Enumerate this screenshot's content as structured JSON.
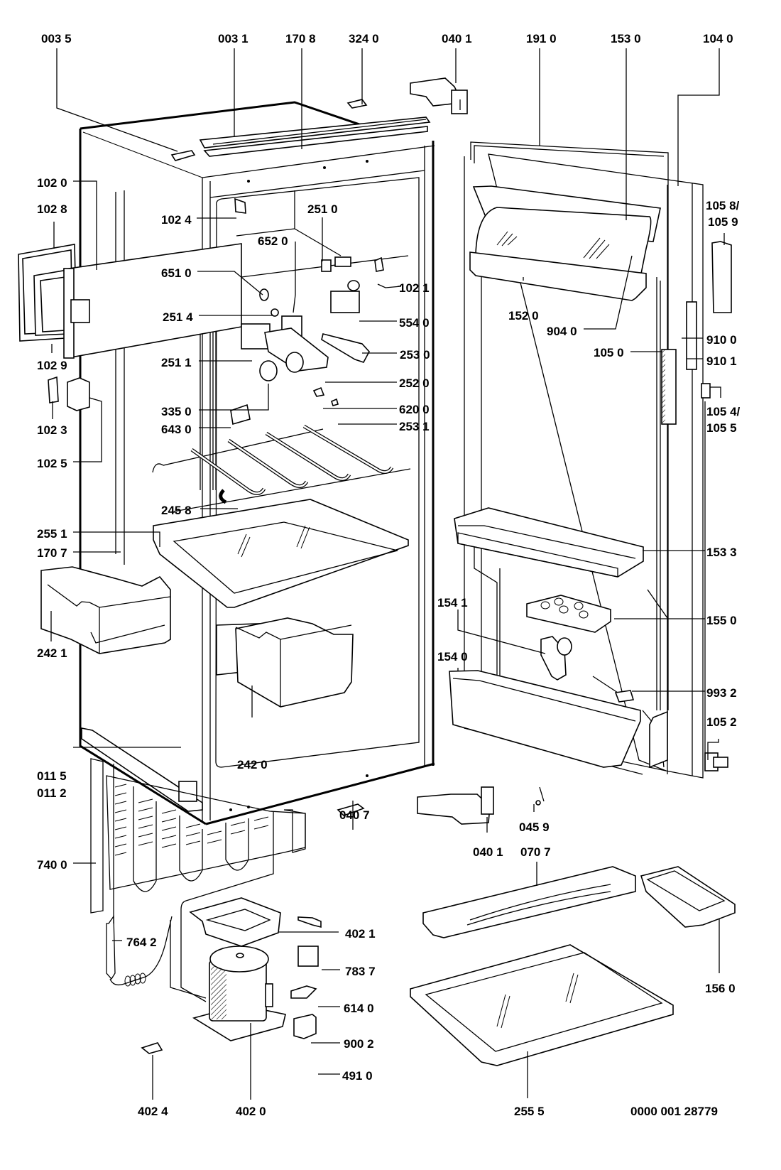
{
  "diagram": {
    "title": "Refrigerator exploded parts diagram",
    "drawing_number": "0000 001 28779",
    "colors": {
      "ink": "#000000",
      "paper": "#ffffff"
    },
    "labels": {
      "l0035": "003 5",
      "l0031": "003 1",
      "l1708": "170 8",
      "l3240": "324 0",
      "l0401_top": "040 1",
      "l1910": "191 0",
      "l1530": "153 0",
      "l1040": "104 0",
      "l1020": "102 0",
      "l1028": "102 8",
      "l1024": "102 4",
      "l2510": "251 0",
      "l6520": "652 0",
      "l6510": "651 0",
      "l1021": "102 1",
      "l2514": "251 4",
      "l5540": "554 0",
      "l1029": "102 9",
      "l2530": "253 0",
      "l2511": "251 1",
      "l2520": "252 0",
      "l3350": "335 0",
      "l6200": "620 0",
      "l6430": "643 0",
      "l2531": "253 1",
      "l1023": "102 3",
      "l1025": "102 5",
      "l2458": "245 8",
      "l2551": "255 1",
      "l1707": "170 7",
      "l2421": "242 1",
      "l2420": "242 0",
      "l0115": "011 5",
      "l0112": "011 2",
      "l7400": "740 0",
      "l0407": "040 7",
      "l7642": "764 2",
      "l4021": "402 1",
      "l7837": "783 7",
      "l6140": "614 0",
      "l9002": "900 2",
      "l4910": "491 0",
      "l4024": "402 4",
      "l4020": "402 0",
      "l1520": "152 0",
      "l9040": "904 0",
      "l1050": "105 0",
      "l1058": "105 8/",
      "l1059": "105 9",
      "l9100": "910 0",
      "l9101": "910 1",
      "l1054": "105 4/",
      "l1055": "105 5",
      "l1533": "153 3",
      "l1550": "155 0",
      "l1541": "154 1",
      "l1540": "154 0",
      "l9932": "993 2",
      "l1052": "105 2",
      "l0401_bottom": "040 1",
      "l0459": "045 9",
      "l0707": "070 7",
      "l1560": "156 0",
      "l2555": "255 5"
    }
  }
}
